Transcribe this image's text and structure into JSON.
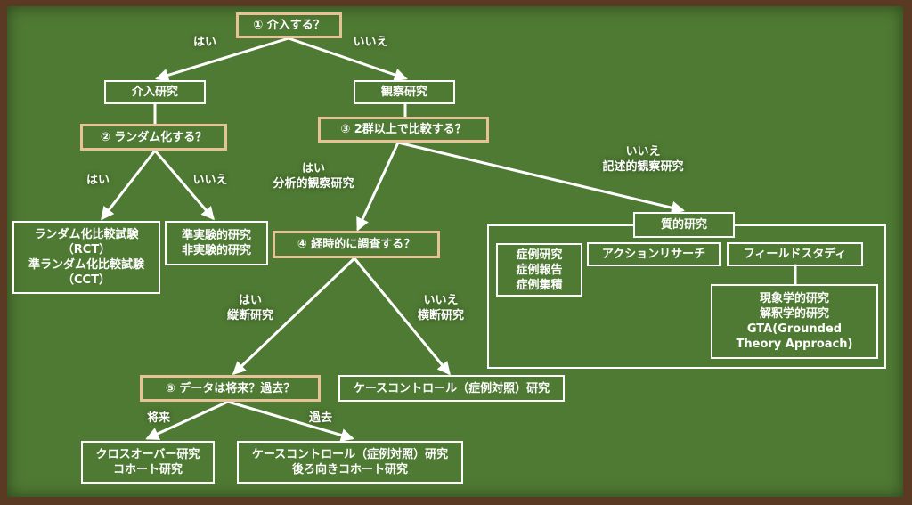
{
  "q1": "① 介入する？",
  "q1_yes": "はい",
  "q1_no": "いいえ",
  "intervention": "介入研究",
  "observation": "観察研究",
  "q2": "② ランダム化する？",
  "q2_yes": "はい",
  "q2_no": "いいえ",
  "rct": [
    "ランダム化比較試験",
    "（RCT）",
    "準ランダム化比較試験",
    "（CCT）"
  ],
  "quasi": [
    "準実験的研究",
    "非実験的研究"
  ],
  "q3": "③ 2群以上で比較する？",
  "q3_yes": [
    "はい",
    "分析的観察研究"
  ],
  "q3_no": [
    "いいえ",
    "記述的観察研究"
  ],
  "qualitative": "質的研究",
  "case_reports": [
    "症例研究",
    "症例報告",
    "症例集積"
  ],
  "action_research": "アクションリサーチ",
  "fieldwork": "フィールドスタディ",
  "phenomenology": [
    "現象学的研究",
    "解釈学的研究",
    "GTA(Grounded",
    "Theory Approach)"
  ],
  "q4": "④ 経時的に調査する？",
  "q4_yes": [
    "はい",
    "縦断研究"
  ],
  "q4_no": [
    "いいえ",
    "横断研究"
  ],
  "case_control": "ケースコントロール（症例対照）研究",
  "q5": "⑤ データは将来？過去？",
  "q5_future": "将来",
  "q5_past": "過去",
  "cohort": [
    "クロスオーバー研究",
    "コホート研究"
  ],
  "retro": [
    "ケースコントロール（症例対照）研究",
    "後ろ向きコホート研究"
  ]
}
